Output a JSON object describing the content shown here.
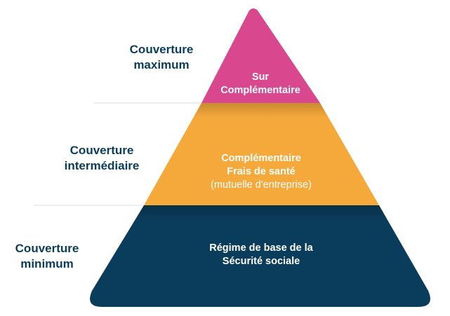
{
  "colors": {
    "top": "#d9478f",
    "middle": "#f5a93a",
    "bottom": "#0a3d5c",
    "label": "#0a3d5c",
    "divider": "#dddddd"
  },
  "tiers": {
    "top": {
      "side_label": [
        "Couverture",
        "maximum"
      ],
      "text": [
        "Sur",
        "Complémentaire"
      ]
    },
    "middle": {
      "side_label": [
        "Couverture",
        "intermédiaire"
      ],
      "text": [
        "Complémentaire",
        "Frais de santé"
      ],
      "subtext": "(mutuelle d'entreprise)"
    },
    "bottom": {
      "side_label": [
        "Couverture",
        "minimum"
      ],
      "text": [
        "Régime de base de la",
        "Sécurité sociale"
      ]
    }
  }
}
